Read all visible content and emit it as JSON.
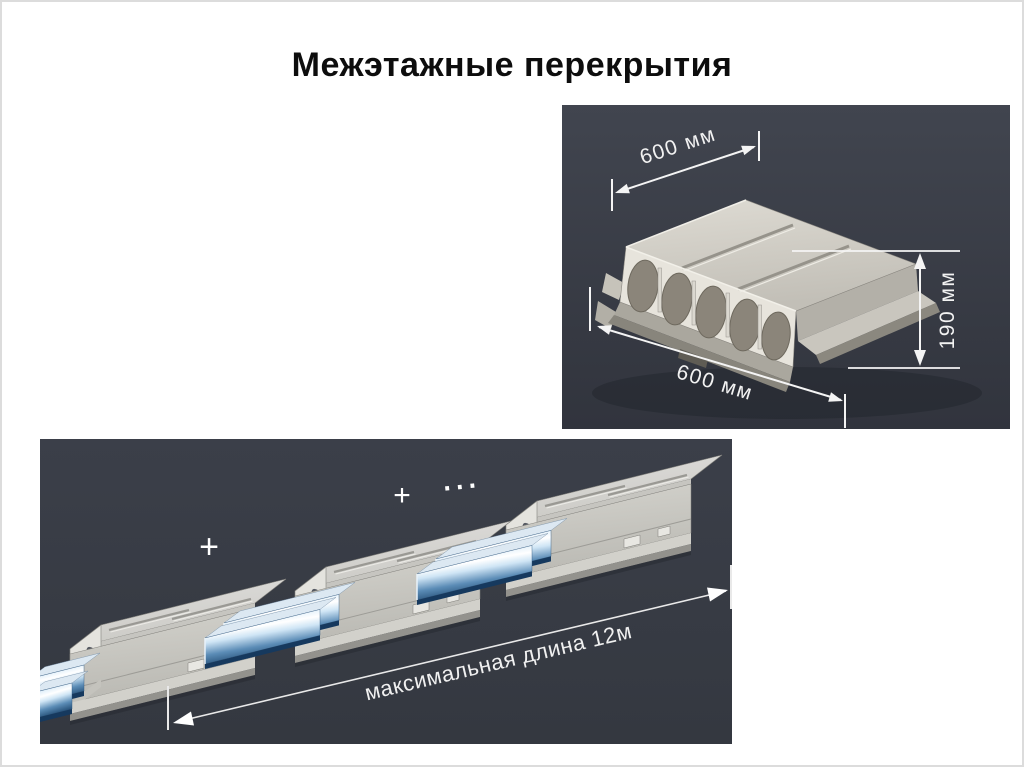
{
  "slide": {
    "title": "Межэтажные перекрытия",
    "background": "#ffffff",
    "border_color": "#dcdcdc"
  },
  "colors": {
    "panel_background": "#383c46",
    "annotation_white": "#f2f2f2",
    "concrete_top": "#d6d4cd",
    "concrete_face": "#e7e4dc",
    "steel_blue_dark": "#16395e",
    "steel_blue_light": "#e8f4fb"
  },
  "slab_photo_panel": {
    "dim_width_top": "600 мм",
    "dim_height_right": "190 мм",
    "dim_width_bottom": "600 мм"
  },
  "assembly_panel": {
    "plus_sign_1": "+",
    "plus_sign_2": "+",
    "ellipsis": "…",
    "dim_max_length": "максимальная длина 12м"
  }
}
